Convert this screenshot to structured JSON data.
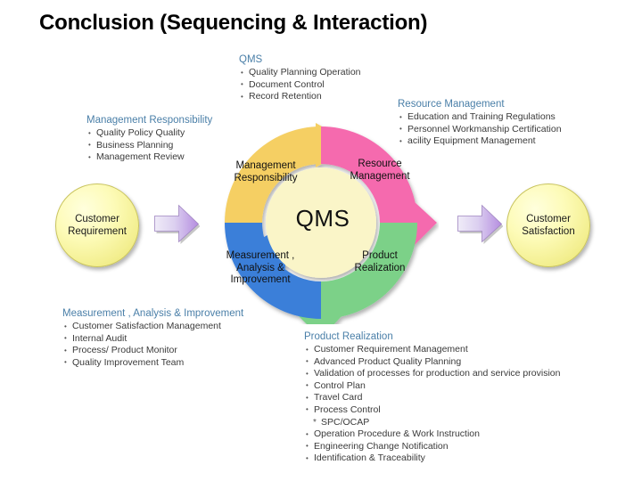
{
  "slide": {
    "title": "Conclusion (Sequencing & Interaction)"
  },
  "colors": {
    "heading": "#4a7fa8",
    "management_responsibility": "#f5cf63",
    "resource_management": "#f56aae",
    "product_realization": "#7bd188",
    "measurement_analysis_improvement": "#3b7fd9",
    "center": "#faf5c8",
    "end_circle": "#f3ef90",
    "flow_arrow": "#c9a6e8"
  },
  "diagram": {
    "center_label": "QMS",
    "segments": [
      {
        "key": "management_responsibility",
        "label": "Management\nResponsibility",
        "line1": "Management",
        "line2": "Responsibility"
      },
      {
        "key": "resource_management",
        "label": "Resource\nManagement",
        "line1": "Resource",
        "line2": "Management"
      },
      {
        "key": "product_realization",
        "label": "Product\nRealization",
        "line1": "Product",
        "line2": "Realization"
      },
      {
        "key": "measurement_analysis_improvement",
        "label": "Measurement , Analysis & Improvement",
        "line1": "Measurement ,",
        "line2": "Analysis &",
        "line3": "Improvement"
      }
    ],
    "input_circle": {
      "line1": "Customer",
      "line2": "Requirement"
    },
    "output_circle": {
      "line1": "Customer",
      "line2": "Satisfaction"
    }
  },
  "annotations": {
    "qms": {
      "heading": "QMS",
      "items": [
        "Quality Planning Operation",
        "Document Control",
        "Record Retention"
      ]
    },
    "resource_management": {
      "heading": "Resource Management",
      "items": [
        "Education and Training Regulations",
        "Personnel Workmanship Certification",
        "acility Equipment Management"
      ]
    },
    "management_responsibility": {
      "heading": "Management Responsibility",
      "items": [
        "Quality Policy Quality",
        "Business Planning",
        "Management Review"
      ]
    },
    "measurement_analysis_improvement": {
      "heading": "Measurement , Analysis & Improvement",
      "items": [
        "Customer Satisfaction Management",
        "Internal Audit",
        "Process/ Product Monitor",
        "Quality Improvement Team"
      ]
    },
    "product_realization": {
      "heading": "Product Realization",
      "items": [
        "Customer Requirement Management",
        "Advanced Product Quality Planning",
        "Validation of processes for production and service provision",
        "Control Plan",
        "Travel Card",
        "Process Control",
        "SPC/OCAP",
        "Operation Procedure & Work Instruction",
        "Engineering Change Notification",
        "Identification & Traceability"
      ]
    }
  }
}
